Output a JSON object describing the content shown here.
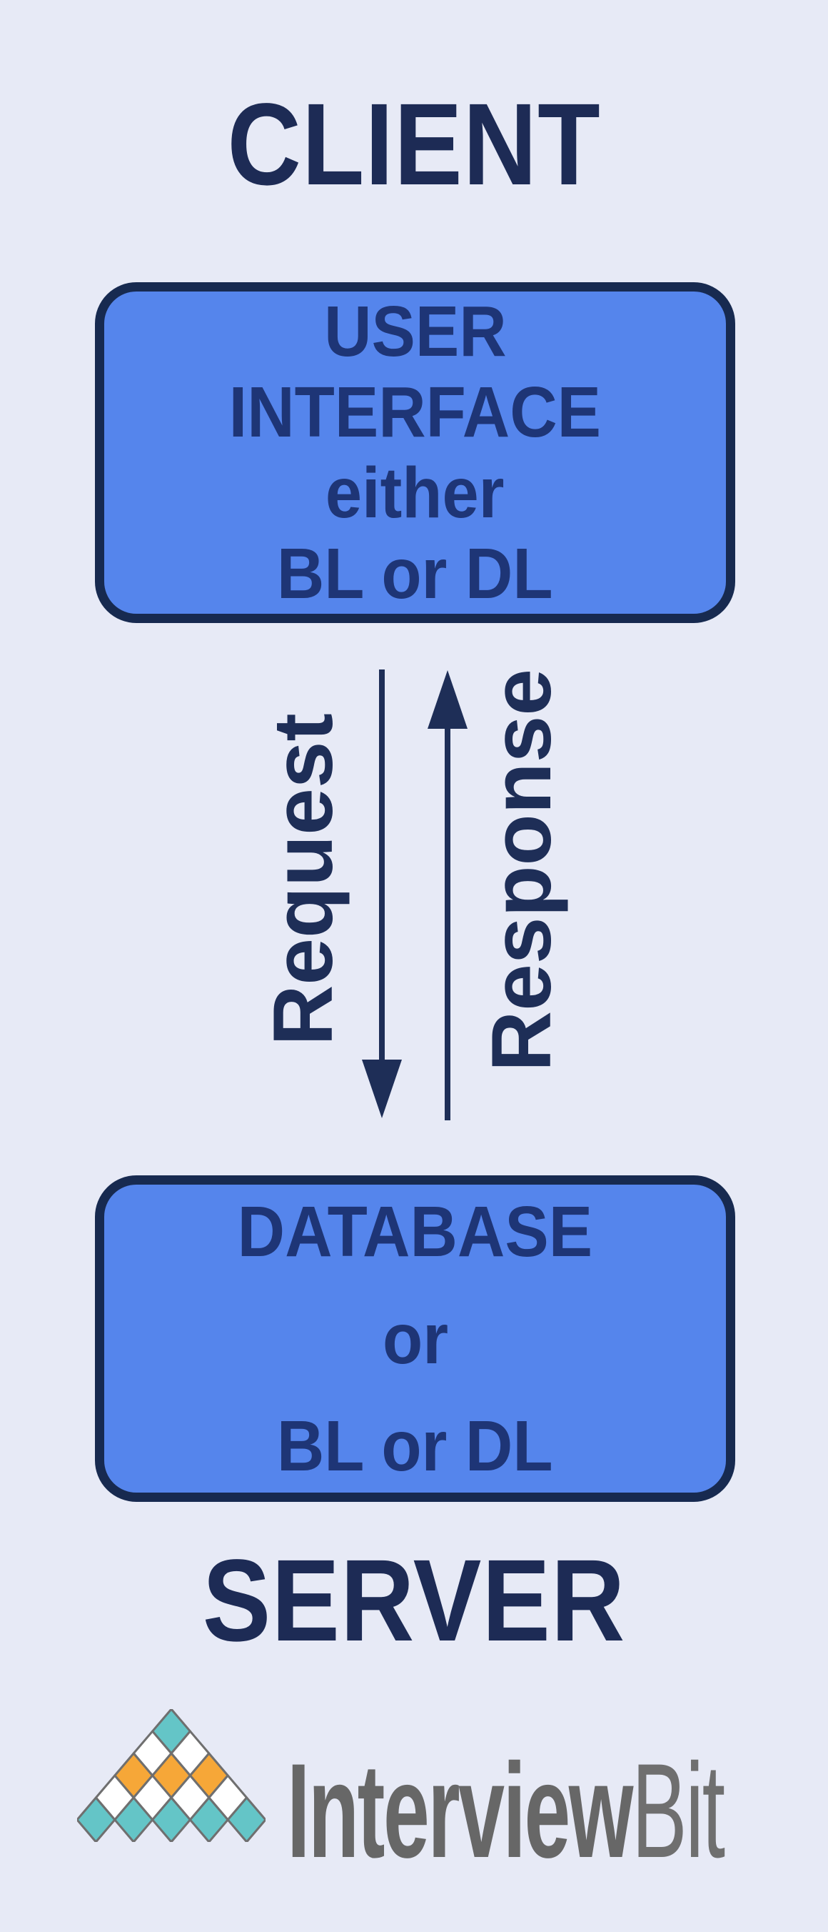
{
  "titles": {
    "client": "CLIENT",
    "server": "SERVER"
  },
  "client_box": {
    "lines": [
      "USER",
      "INTERFACE",
      "either",
      "BL or DL"
    ]
  },
  "server_box": {
    "lines": [
      "DATABASE",
      "or",
      "BL or DL"
    ]
  },
  "arrows": {
    "request_label": "Request",
    "response_label": "Response",
    "request_direction": "down",
    "response_direction": "up"
  },
  "logo": {
    "brand_first": "Interview",
    "brand_second": "Bit",
    "triangle_rows": [
      [
        "teal"
      ],
      [
        "white",
        "white"
      ],
      [
        "orange",
        "orange",
        "orange"
      ],
      [
        "white",
        "white",
        "white",
        "white"
      ],
      [
        "teal",
        "teal",
        "teal",
        "teal",
        "teal"
      ]
    ]
  },
  "colors": {
    "background": "#e7eaf6",
    "box_fill": "#5585ec",
    "box_border": "#172a50",
    "title_navy": "#1d2b55",
    "box_text_navy": "#1e3576",
    "arrow_navy": "#1e2e57",
    "logo_teal": "#64c5c7",
    "logo_orange": "#f6a738",
    "logo_white": "#ffffff",
    "logo_outline": "#6f6f6f",
    "logo_text_gray": "#676767"
  }
}
